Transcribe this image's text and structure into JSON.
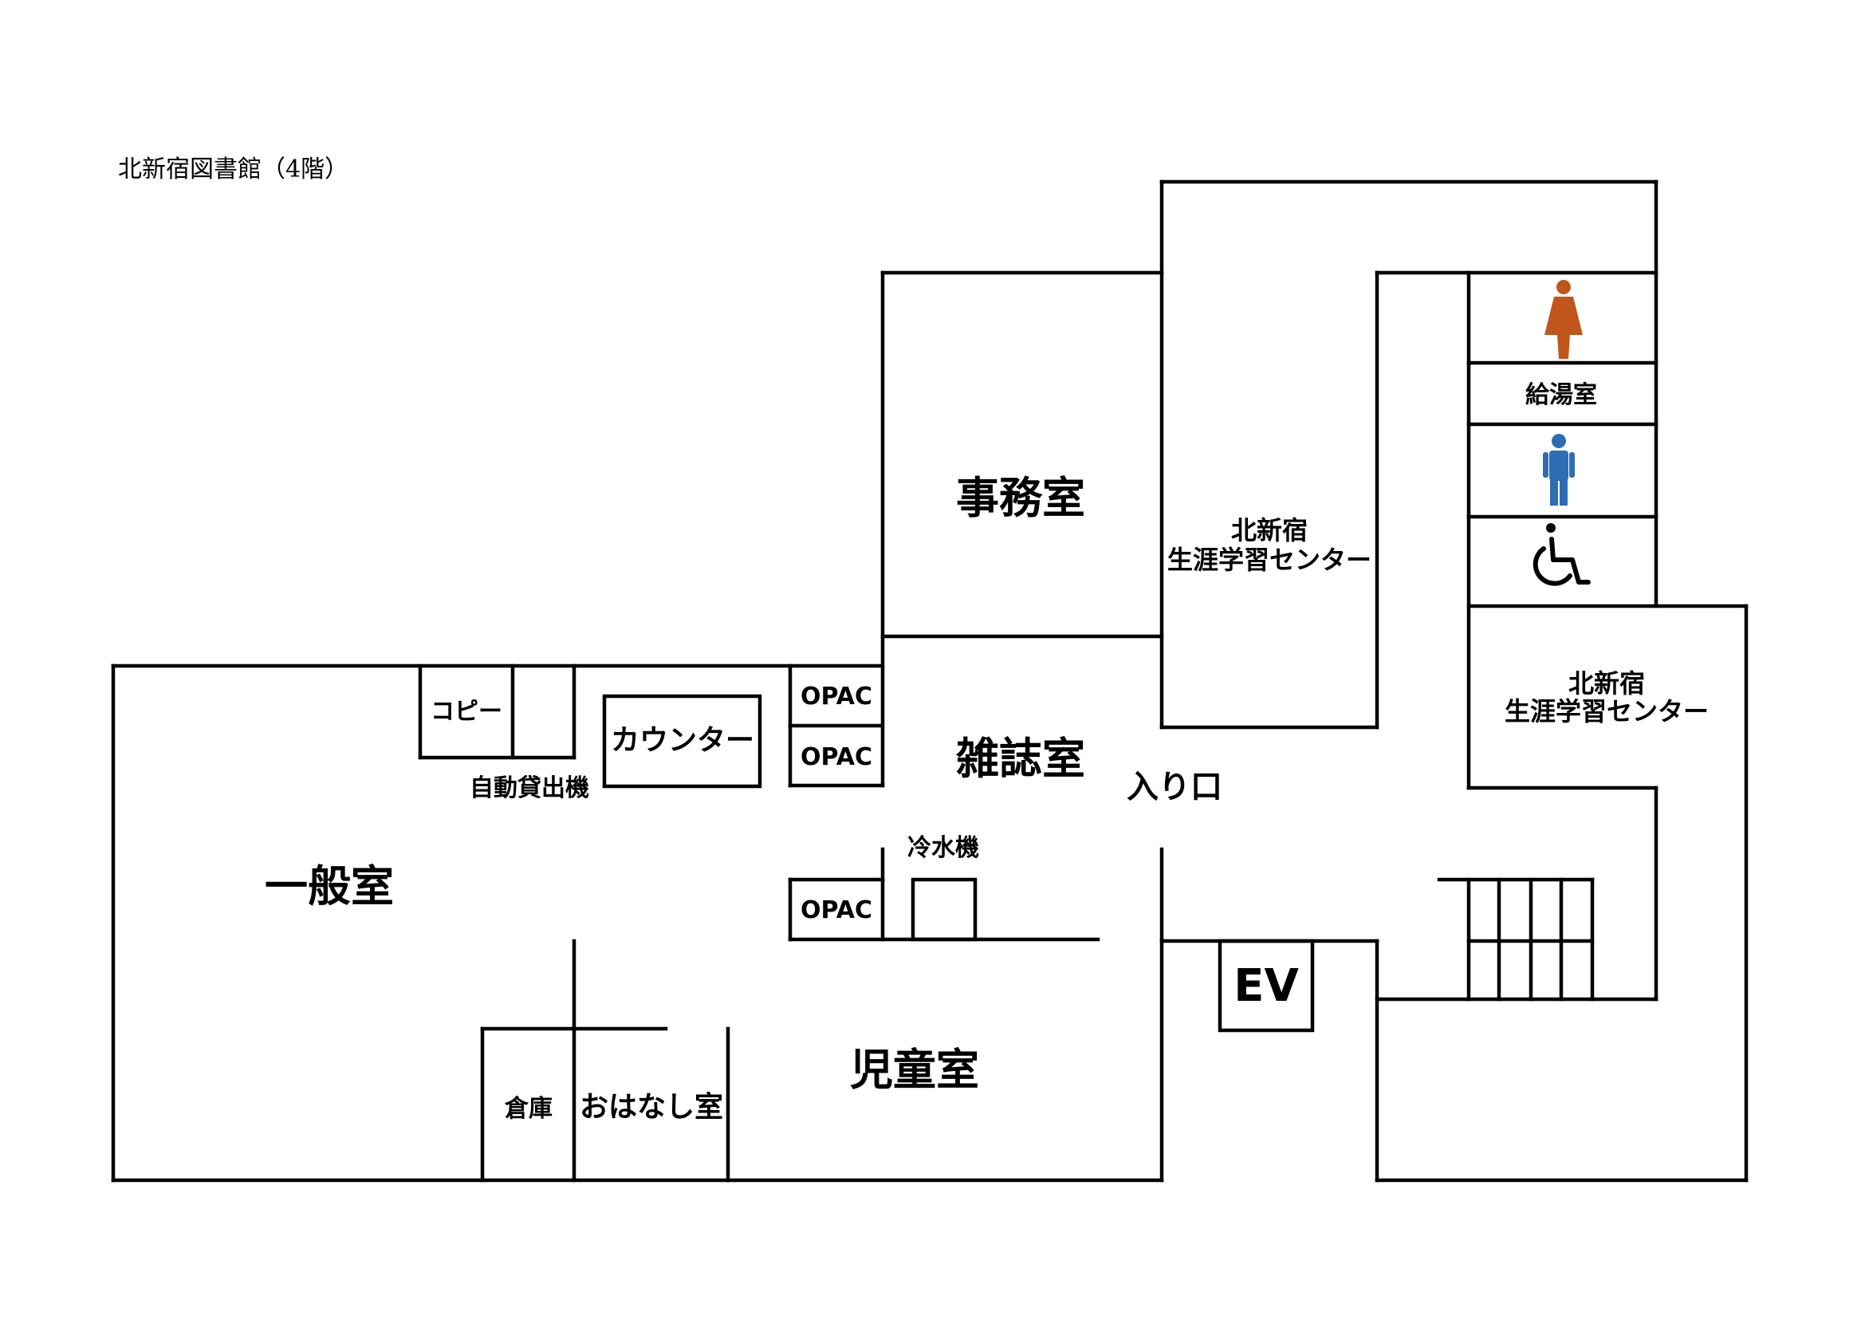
{
  "title": "北新宿図書館（4階）",
  "rooms": {
    "jimushitsu": "事務室",
    "center_upper_line1": "北新宿",
    "center_upper_line2": "生涯学習センター",
    "center_right_line1": "北新宿",
    "center_right_line2": "生涯学習センター",
    "kyutoshitsu": "給湯室",
    "ippanshitsu": "一般室",
    "copy": "コピー",
    "counter": "カウンター",
    "jidou_kashidashi": "自動貸出機",
    "opac_1": "OPAC",
    "opac_2": "OPAC",
    "opac_3": "OPAC",
    "zasshishitsu": "雑誌室",
    "iriguchi": "入り口",
    "reisuiki": "冷水機",
    "ev": "EV",
    "jidoushitsu": "児童室",
    "souko": "倉庫",
    "ohanashishitsu": "おはなし室"
  },
  "icons": {
    "women_restroom": "female-restroom-icon",
    "men_restroom": "male-restroom-icon",
    "accessible_restroom": "wheelchair-icon",
    "women_color": "#C0561B",
    "men_color": "#2E6DB4"
  }
}
